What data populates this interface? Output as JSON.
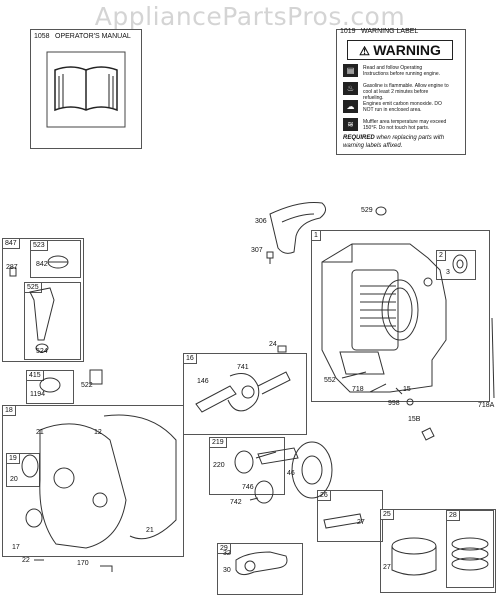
{
  "watermark": "AppliancePartsPros.com",
  "operators_manual": {
    "number": "1058",
    "label": "OPERATOR'S MANUAL"
  },
  "warning_label": {
    "number": "1019",
    "label": "WARNING LABEL",
    "title": "WARNING",
    "lines": [
      "Read and follow Operating Instructions before running engine.",
      "Gasoline is flammable. Allow engine to cool at least 2 minutes before refueling.",
      "Engines emit carbon monoxide. DO NOT run in enclosed area.",
      "Muffler area temperature may exceed 150°F. Do not touch hot parts."
    ],
    "required_bold": "REQUIRED",
    "required_text": " when replacing parts with warning labels affixed."
  },
  "boxes": {
    "b847": "847",
    "b523": "523",
    "b525": "525",
    "b415": "415",
    "b18": "18",
    "b19": "19",
    "b16": "16",
    "b1": "1",
    "b2": "2",
    "b219": "219",
    "b26": "26",
    "b29": "29",
    "b25": "25",
    "b28": "28"
  },
  "labels": {
    "l306": "306",
    "l529": "529",
    "l307": "307",
    "l287": "287",
    "l842": "842",
    "l524": "524",
    "l522": "522",
    "l1194": "1194",
    "l21a": "21",
    "l12": "12",
    "l20": "20",
    "l17": "17",
    "l21b": "21",
    "l22": "22",
    "l170": "170",
    "l741": "741",
    "l146": "146",
    "l24": "24",
    "l3": "3",
    "l552": "552",
    "l718": "718",
    "l15": "15",
    "l998": "998",
    "l15b": "15B",
    "l718a": "718A",
    "l220": "220",
    "l46": "46",
    "l746": "746",
    "l742": "742",
    "l27a": "27",
    "l32": "32",
    "l30": "30",
    "l27b": "27"
  }
}
